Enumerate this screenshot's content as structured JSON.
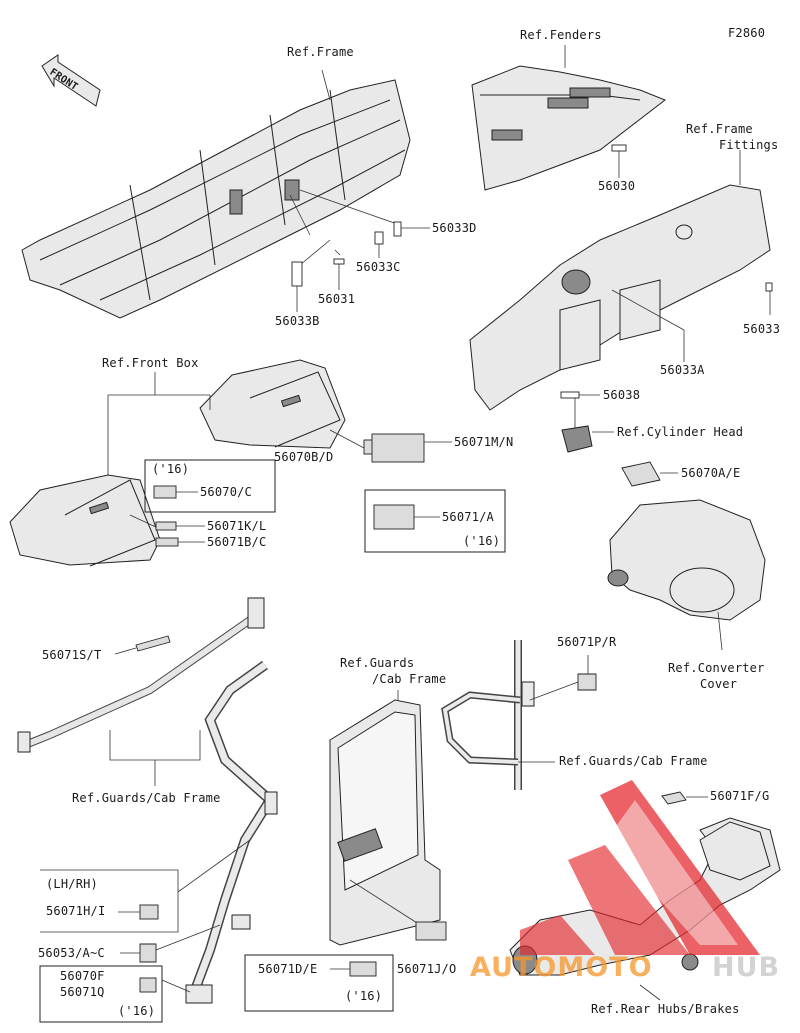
{
  "diagram": {
    "code": "F2860",
    "direction_label": "FRONT",
    "references": {
      "frame": "Ref.Frame",
      "fenders": "Ref.Fenders",
      "frame_fittings_1": "Ref.Frame",
      "frame_fittings_2": "Fittings",
      "front_box": "Ref.Front Box",
      "cylinder_head": "Ref.Cylinder Head",
      "converter_cover_1": "Ref.Converter",
      "converter_cover_2": "Cover",
      "guards_cab_left": "Ref.Guards/Cab Frame",
      "guards_cab_mid_1": "Ref.Guards",
      "guards_cab_mid_2": "/Cab Frame",
      "guards_cab_right": "Ref.Guards/Cab Frame",
      "rear_hubs": "Ref.Rear Hubs/Brakes"
    },
    "parts": {
      "p56033D": "56033D",
      "p56033C": "56033C",
      "p56031": "56031",
      "p56033B": "56033B",
      "p56030": "56030",
      "p56033": "56033",
      "p56033A": "56033A",
      "p56038": "56038",
      "p56070AE": "56070A/E",
      "p56070BD": "56070B/D",
      "p56071MN": "56071M/N",
      "p56070C": "56070/C",
      "p56071KL": "56071K/L",
      "p56071BC": "56071B/C",
      "p56071A": "56071/A",
      "p56071ST": "56071S/T",
      "p56071PR": "56071P/R",
      "p56071FG": "56071F/G",
      "p56071HI": "56071H/I",
      "p56053AC": "56053/A~C",
      "p56070F": "56070F",
      "p56071Q": "56071Q",
      "p56071DE": "56071D/E",
      "p56071JO": "56071J/O"
    },
    "notes": {
      "year_box_c": "('16)",
      "year_box_a": "('16)",
      "year_box_q": "('16)",
      "year_box_de": "('16)",
      "lh_rh": "(LH/RH)"
    },
    "watermark": {
      "part1": "AUTOMOTO",
      "part2": "HUB",
      "color_logo": "#e3262b",
      "color_text": "#f6962a"
    }
  }
}
